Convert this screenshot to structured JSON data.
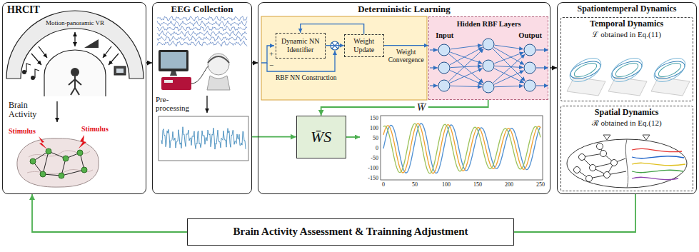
{
  "diagram": {
    "nodes": [
      {
        "text": [
          "HRCIT"
        ]
      },
      {
        "text": [
          "EEG Collection"
        ]
      },
      {
        "text": [
          "Deterministic Learning"
        ]
      },
      {
        "text": [
          "Spationtemperal Dynamics"
        ]
      },
      {
        "text": [
          "Dynamic NN Identifier"
        ],
        "in": 2
      },
      {
        "text": [
          "Weight Update"
        ],
        "in": 2
      },
      {
        "text": [
          "Input",
          "Hidden RBF Layers",
          "Output"
        ],
        "in": 2
      },
      {
        "text": [
          "W̄S"
        ],
        "in": 2
      },
      {
        "text": [
          "Temporal Dynamics",
          "ℒ obtained in Eq.(11)"
        ],
        "in": 3
      },
      {
        "text": [
          "Spatial Dynamics",
          "ℛ obtained in Eq.(12)"
        ],
        "in": 3
      },
      {
        "text": [
          "Brain Activity Assessment & Trainning Adjustment"
        ]
      }
    ],
    "edges": [
      {
        "from": 0,
        "to": 1,
        "arrow": "to"
      },
      {
        "from": 1,
        "to": 2,
        "arrow": "to"
      },
      {
        "from": 2,
        "to": 3,
        "arrow": "to"
      },
      {
        "from": 1,
        "to": 7,
        "arrow": "to"
      },
      {
        "from": 6,
        "to": 7,
        "arrow": "to",
        "label": "W̄"
      },
      {
        "from": 4,
        "to": 5,
        "arrow": "to"
      },
      {
        "from": 5,
        "to": 4,
        "arrow": "to"
      },
      {
        "from": 5,
        "to": 6,
        "arrow": "to",
        "label": "Weight Convergence"
      },
      {
        "from": 3,
        "to": 10,
        "arrow": "none"
      },
      {
        "from": 10,
        "to": 0,
        "arrow": "to"
      }
    ],
    "labels": [
      "Motion-panoramic VR",
      "Brain Activity",
      "Stimulus",
      "Stimulus",
      "Pre-processing",
      "+",
      "−",
      "RBF NN Construction",
      "150",
      "100",
      "50",
      "0",
      "-50",
      "-100",
      "-150",
      "0",
      "50",
      "100",
      "150",
      "200",
      "250"
    ]
  }
}
